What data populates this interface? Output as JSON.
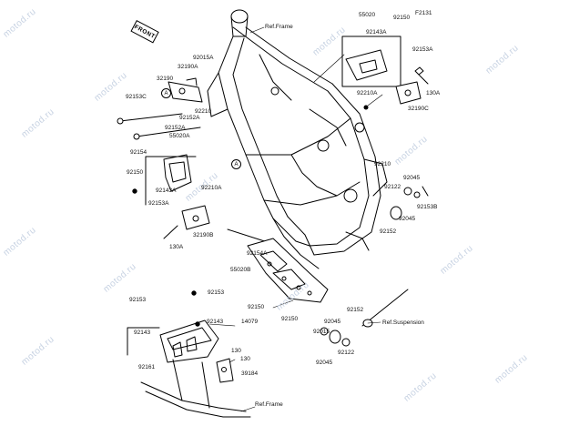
{
  "diagram_code": "F2131",
  "front_badge": "FRONT",
  "callout_letter": "A",
  "watermark": "motod.ru",
  "labels": {
    "ref_frame_top": "Ref.Frame",
    "ref_frame_bottom": "Ref.Frame",
    "ref_suspension": "Ref.Suspension",
    "p55020": "55020",
    "p92150_top": "92150",
    "p92143A_top": "92143A",
    "p92153A_right": "92153A",
    "p92210A_right": "92210A",
    "p130A_right": "130A",
    "p32190C": "32190C",
    "p92015A": "92015A",
    "p32190A": "32190A",
    "p32190": "32190",
    "p92153C": "92153C",
    "p92152A_1": "92152A",
    "p92210_left": "92210",
    "p92152A_2": "92152A",
    "p92154": "92154",
    "p55020A": "55020A",
    "p92150_left": "92150",
    "p92143A_left": "92143A",
    "p92210A_left": "92210A",
    "p92153A_left": "92153A",
    "p32190B": "32190B",
    "p130A_left": "130A",
    "p92210_right": "92210",
    "p92045_r1": "92045",
    "p92122_r1": "92122",
    "p92153B": "92153B",
    "p92045_r2": "92045",
    "p92152_r1": "92152",
    "p92154A": "92154A",
    "p55020B": "55020B",
    "p92153_1": "92153",
    "p92153_2": "92153",
    "p92150_mid": "92150",
    "p92150_low": "92150",
    "p92143_1": "92143",
    "p92143_2": "92143",
    "p14079": "14079",
    "p92152_low": "92152",
    "p92045_low1": "92045",
    "p92015": "92015",
    "p92122_low": "92122",
    "p92045_low2": "92045",
    "p130_1": "130",
    "p130_2": "130",
    "p39184": "39184",
    "p92161": "92161"
  }
}
